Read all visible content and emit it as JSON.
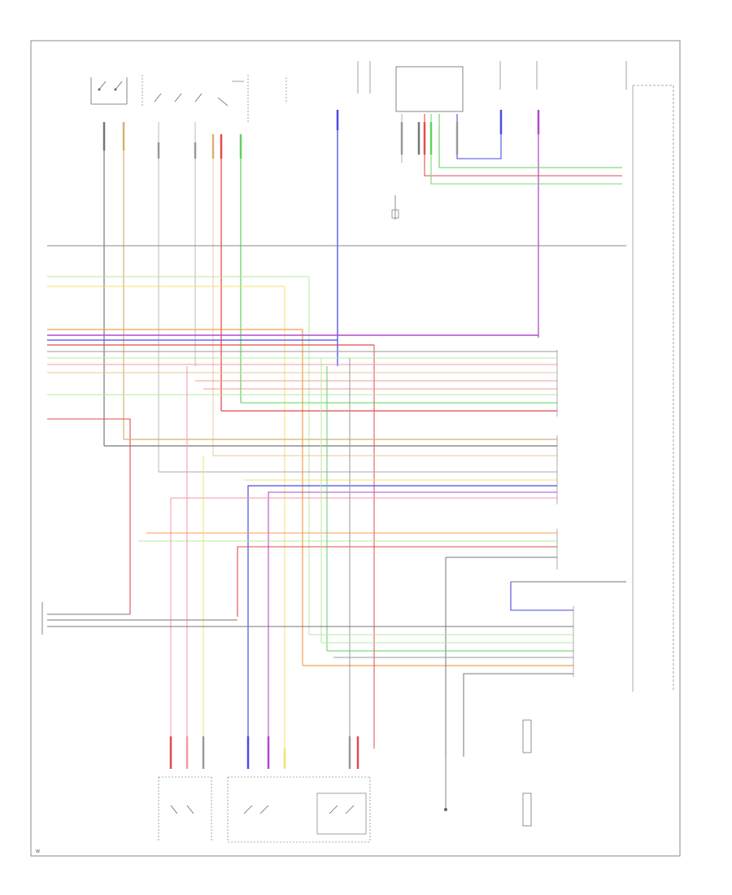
{
  "diagram": {
    "footer_code": "W",
    "colors": {
      "border": "#888888",
      "wire_black": "#777777",
      "wire_gray": "#999999",
      "wire_blue": "#4a4ae6",
      "wire_violet": "#b04ad0",
      "wire_red": "#e34b4b",
      "wire_pink": "#f39aa0",
      "wire_orange": "#f0a050",
      "wire_green": "#5fd25f",
      "wire_lightgreen": "#b6e8a0",
      "wire_yellow": "#f2e36a",
      "wire_tan": "#d8b070"
    },
    "components": [
      {
        "id": "rear-window-switch",
        "icon": "switch-icon"
      },
      {
        "id": "power-window-master-switch",
        "icon": "switch-icon"
      },
      {
        "id": "fuse-block-top-left",
        "icon": "fuse-icon"
      },
      {
        "id": "control-unit-top-center",
        "icon": "connector-icon"
      },
      {
        "id": "fuse-block-top-right",
        "icon": "fuse-icon"
      },
      {
        "id": "passenger-module-right",
        "icon": "module-icon"
      },
      {
        "id": "connector-left-ground",
        "icon": "connector-icon"
      },
      {
        "id": "left-rear-window-motor",
        "icon": "motor-icon"
      },
      {
        "id": "right-rear-window-motor",
        "icon": "motor-icon"
      },
      {
        "id": "door-lock-actuator",
        "icon": "motor-icon"
      },
      {
        "id": "ground-point-right",
        "icon": "ground-icon"
      },
      {
        "id": "passenger-door-module-bottom",
        "icon": "module-icon"
      }
    ]
  }
}
